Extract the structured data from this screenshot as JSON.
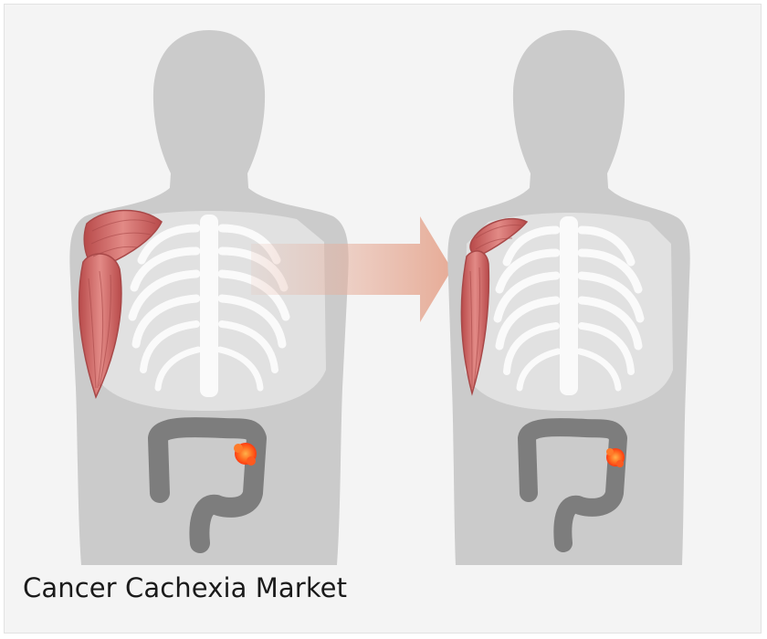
{
  "caption": {
    "text": "Cancer Cachexia Market"
  },
  "illustration": {
    "figures": [
      {
        "id": "before",
        "icon": "human-torso-icon",
        "muscle": "full-arm-muscle",
        "tumor": "colon-tumor"
      },
      {
        "id": "after",
        "icon": "human-torso-icon",
        "muscle": "wasted-arm-muscle",
        "tumor": "colon-tumor"
      }
    ],
    "transition_icon": "arrow-right-icon",
    "colors": {
      "background": "#f4f4f4",
      "body": "#c9c9c9",
      "body_overlay": "#eeeeee",
      "ribs": "#ffffff",
      "muscle": "#d96b6b",
      "muscle_dark": "#a84848",
      "colon": "#7a7a7a",
      "tumor": "#ff5a1f",
      "arrow": "#e7b4a3"
    }
  }
}
